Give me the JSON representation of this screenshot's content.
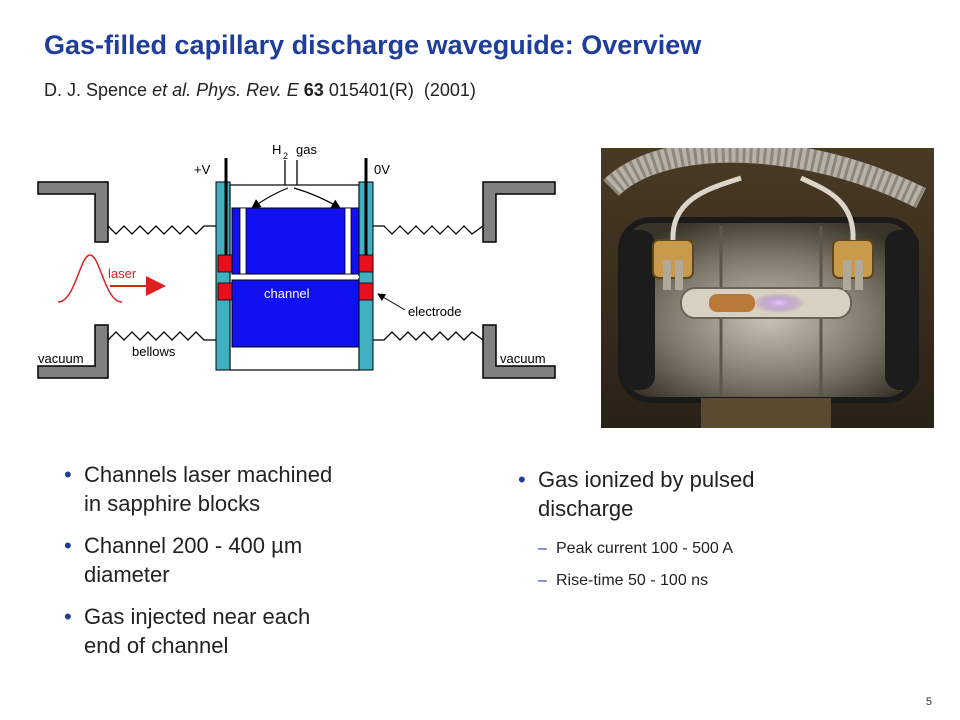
{
  "slide": {
    "title": "Gas-filled capillary discharge waveguide: Overview",
    "citation": {
      "authors": "D. J. Spence ",
      "etal": "et al.",
      "journal": " Phys. Rev. E ",
      "volume": "63",
      "rest": " 015401(R)  (2001)"
    },
    "page_number": "5"
  },
  "diagram": {
    "labels": {
      "plus_v": "+V",
      "h": "H",
      "sub2": "2",
      "gas": "gas",
      "zero_v": "0V",
      "laser": "laser",
      "channel": "channel",
      "electrode": "electrode",
      "bellows": "bellows",
      "vacuum_left": "vacuum",
      "vacuum_right": "vacuum"
    },
    "colors": {
      "sapphire": "#1010f0",
      "electrode": "#e8101c",
      "insulator": "#40b0c0",
      "wall": "#808080",
      "laser_pulse": "#e02020"
    }
  },
  "photo": {
    "icon": "capillary-discharge-photo"
  },
  "bullets_left": [
    {
      "line1": "Channels laser machined",
      "line2": "in sapphire blocks"
    },
    {
      "line1": "Channel 200 - 400 µm",
      "line2": "diameter"
    },
    {
      "line1": "Gas injected near each",
      "line2": "end of channel"
    }
  ],
  "bullets_right": {
    "main": {
      "line1": "Gas ionized by pulsed",
      "line2": "discharge"
    },
    "sub": [
      "Peak current 100 - 500 A",
      "Rise-time 50 - 100 ns"
    ]
  }
}
